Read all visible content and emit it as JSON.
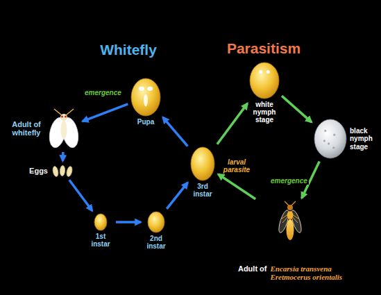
{
  "diagram": {
    "nodes": [
      {
        "text": [
          "Adult of whitefly"
        ]
      },
      {
        "text": [
          "Eggs"
        ]
      },
      {
        "text": [
          "1st instar"
        ]
      },
      {
        "text": [
          "2nd instar"
        ]
      },
      {
        "text": [
          "3rd instar"
        ]
      },
      {
        "text": [
          "Pupa"
        ]
      },
      {
        "text": [
          "white nymph stage"
        ]
      },
      {
        "text": [
          "black nymph stage"
        ]
      },
      {
        "text": [
          "Adult of",
          "Encarsia transvena",
          "Eretmocerus orientalis"
        ]
      }
    ],
    "edges": [
      {
        "from": 0,
        "to": 1,
        "arrow": "to"
      },
      {
        "from": 1,
        "to": 2,
        "arrow": "to"
      },
      {
        "from": 2,
        "to": 3,
        "arrow": "to"
      },
      {
        "from": 3,
        "to": 4,
        "arrow": "to"
      },
      {
        "from": 4,
        "to": 5,
        "arrow": "to"
      },
      {
        "from": 5,
        "to": 0,
        "label": "emergence",
        "arrow": "to"
      },
      {
        "from": 4,
        "to": 6,
        "arrow": "to"
      },
      {
        "from": 6,
        "to": 7,
        "arrow": "to"
      },
      {
        "from": 7,
        "to": 8,
        "label": "emergence",
        "arrow": "to"
      },
      {
        "from": 8,
        "to": 4,
        "label": "larval parasite",
        "arrow": "to"
      }
    ],
    "labels": [
      "Whitefly",
      "Parasitism"
    ]
  }
}
